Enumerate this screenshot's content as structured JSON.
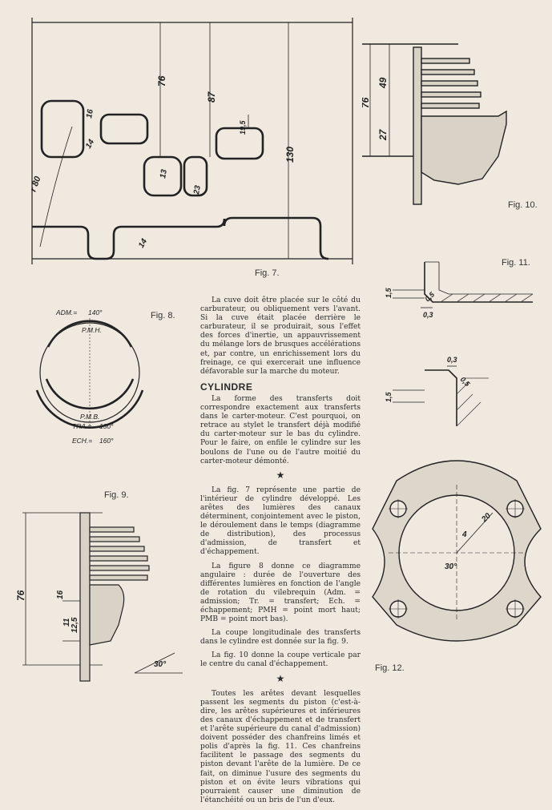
{
  "figures": {
    "fig7": {
      "caption": "Fig. 7.",
      "dims": [
        "76",
        "87",
        "130",
        "19,5",
        "r 80",
        "16",
        "14",
        "13",
        "23",
        "14"
      ]
    },
    "fig8": {
      "caption": "Fig. 8.",
      "labels": {
        "adm": "ADM.=",
        "adm_val": "140°",
        "pmh": "P.M.H.",
        "pmb": "P.M.B.",
        "tra": "TRA.=",
        "tra_val": "130°",
        "ech": "ECH.=",
        "ech_val": "160°"
      }
    },
    "fig9": {
      "caption": "Fig. 9.",
      "dims": [
        "76",
        "16",
        "11",
        "12,5",
        "30°"
      ]
    },
    "fig10": {
      "caption": "Fig. 10.",
      "dims": [
        "76",
        "49",
        "27"
      ]
    },
    "fig11": {
      "caption": "Fig. 11.",
      "dims_top": [
        "1,5",
        "0,5",
        "0,3"
      ],
      "dims_bottom": [
        "0,3",
        "1,5",
        "0,5"
      ]
    },
    "fig12": {
      "caption": "Fig. 12.",
      "dims": [
        "20",
        "4",
        "30°"
      ]
    }
  },
  "text": {
    "p1": "La cuve doit être placée sur le côté du carburateur, ou obliquement vers l'avant. Si la cuve était placée derrière le carburateur, il se produirait, sous l'effet des forces d'inertie, un appauvrissement du mélange lors de brusques accélérations et, par contre, un enrichissement lors du freinage, ce qui exercerait une influence défavorable sur la marche du moteur.",
    "heading": "CYLINDRE",
    "p2": "La forme des transferts doit correspondre exactement aux transferts dans le carter-moteur. C'est pourquoi, on retrace au stylet le transfert déjà modifié du carter-moteur sur le bas du cylindre. Pour le faire, on enfile le cylindre sur les boulons de l'une ou de l'autre moitié du carter-moteur démonté.",
    "star1": "★",
    "p3": "La fig. 7 représente une partie de l'intérieur de cylindre développé. Les arêtes des lumières des canaux déterminent, conjointement avec le piston, le déroulement dans le temps (diagramme de distribution), des processus d'admission, de transfert et d'échappement.",
    "p4": "La figure 8 donne ce diagramme angulaire : durée de l'ouverture des différentes lumières en fonction de l'angle de rotation du vilebrequin (Adm. = admission; Tr. = transfert; Ech. = échappement; PMH = point mort haut; PMB = point mort bas).",
    "p5": "La coupe longitudinale des transferts dans le cylindre est donnée sur la fig. 9.",
    "p6": "La fig. 10 donne la coupe verticale par le centre du canal d'échappement.",
    "star2": "★",
    "p7": "Toutes les arêtes devant lesquelles passent les segments du piston (c'est-à-dire, les arêtes supérieures et inférieures des canaux d'échappement et de transfert et l'arête supérieure du canal d'admission) doivent posséder des chanfreins limés et polis d'après la fig. 11. Ces chanfreins facilitent le passage des segments du piston devant l'arête de la lumière. De ce fait, on diminue l'usure des segments du piston et on évite leurs vibrations qui pourraient causer une diminution de l'étanchéité ou un bris de l'un d'eux."
  }
}
